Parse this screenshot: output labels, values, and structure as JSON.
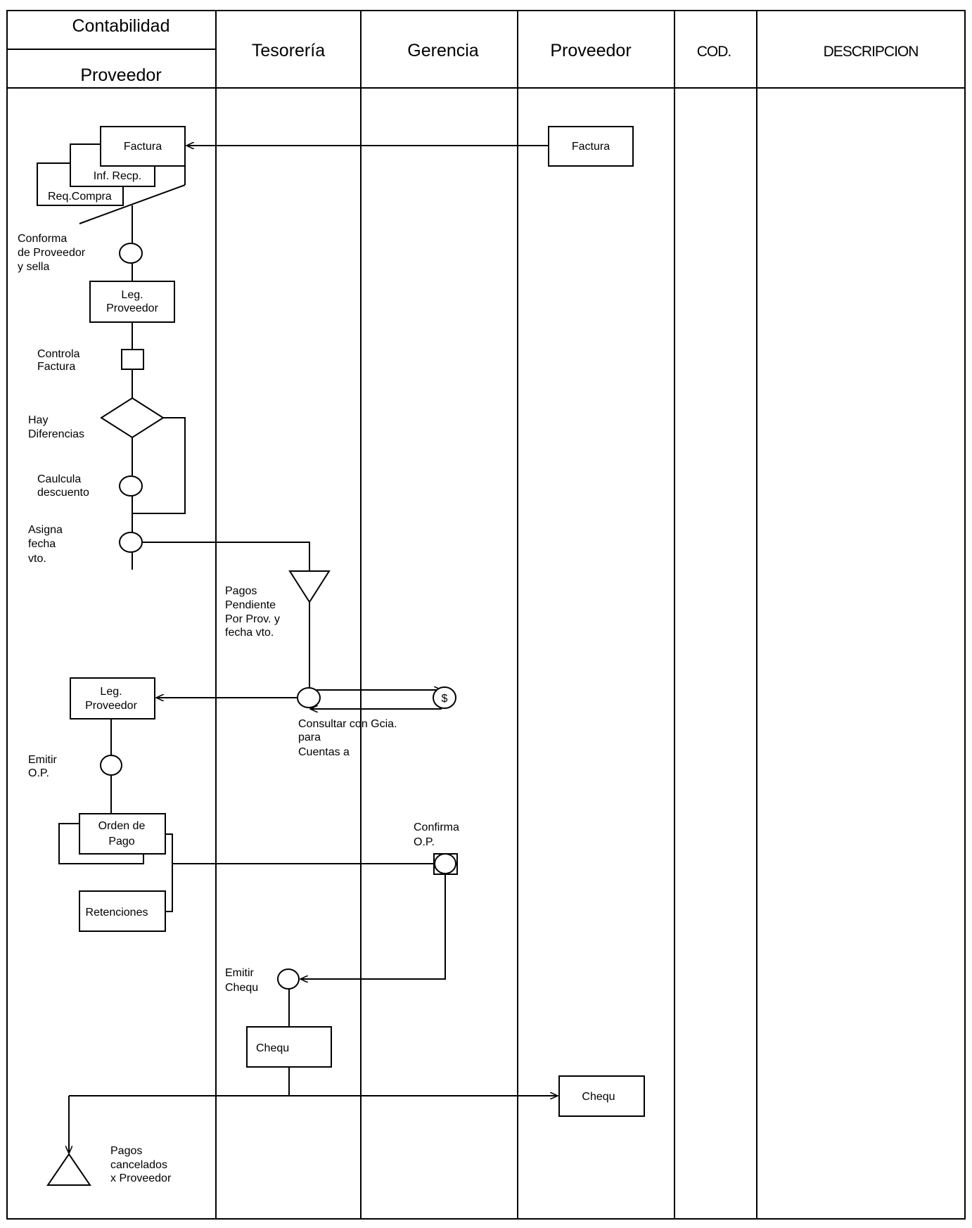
{
  "header": {
    "col_contabilidad": "Contabilidad",
    "col_proveedor_sub": "Proveedor",
    "col_tesoreria": "Tesorería",
    "col_gerencia": "Gerencia",
    "col_proveedor": "Proveedor",
    "col_cod": "COD.",
    "col_descripcion": "DESCRIPCION"
  },
  "docs": {
    "factura_prov": "Factura",
    "factura_cont": "Factura",
    "inf_recp": "Inf. Recp.",
    "req_compra": "Req.Compra",
    "leg_prov_1_l1": "Leg.",
    "leg_prov_1_l2": "Proveedor",
    "leg_prov_2_l1": "Leg.",
    "leg_prov_2_l2": "Proveedor",
    "orden_pago_l1": "Orden de",
    "orden_pago_l2": "Pago",
    "retenciones": "Retenciones",
    "cheque_teso": "Chequ",
    "cheque_prov": "Chequ",
    "dollar": "$"
  },
  "labels": {
    "conforma_l1": "Conforma",
    "conforma_l2": "de Proveedor",
    "conforma_l3": "y sella",
    "controla_l1": "Controla",
    "controla_l2": "Factura",
    "hay_l1": "Hay",
    "hay_l2": "Diferencias",
    "calc_l1": "Caulcula",
    "calc_l2": "descuento",
    "asigna_l1": "Asigna",
    "asigna_l2": "fecha",
    "asigna_l3": "vto.",
    "pagos_pend_l1": "Pagos",
    "pagos_pend_l2": "Pendiente",
    "pagos_pend_l3": "Por Prov. y",
    "pagos_pend_l4": "fecha vto.",
    "consultar_l1": "Consultar con Gcia.",
    "consultar_l2": "para",
    "consultar_l3": "Cuentas a",
    "emitir_op_l1": "Emitir",
    "emitir_op_l2": "O.P.",
    "confirma_l1": "Confirma",
    "confirma_l2": "O.P.",
    "emitir_ch_l1": "Emitir",
    "emitir_ch_l2": "Chequ",
    "pagos_canc_l1": "Pagos",
    "pagos_canc_l2": "cancelados",
    "pagos_canc_l3": "x Proveedor"
  }
}
